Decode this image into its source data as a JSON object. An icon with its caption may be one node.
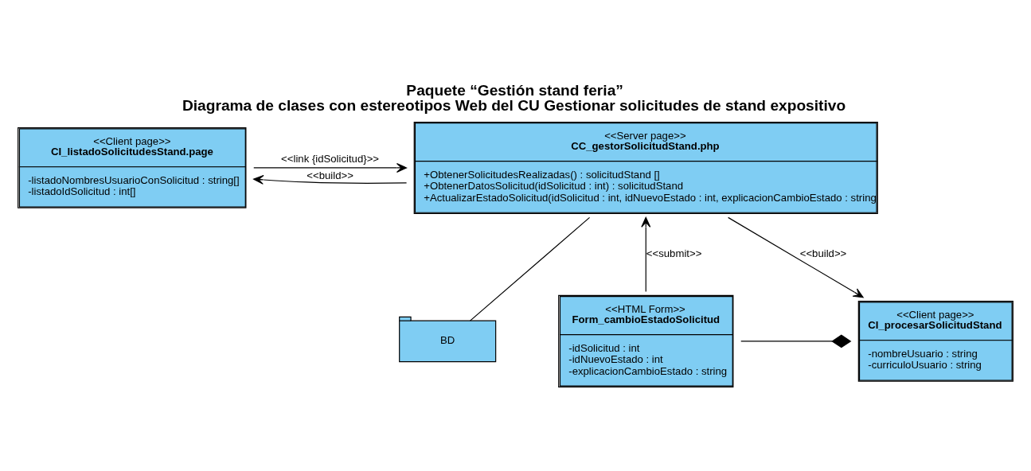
{
  "diagram": {
    "title": "Paquete “Gestión stand feria”",
    "caption": "Diagrama de clases con estereotipos Web del CU Gestionar solicitudes de stand expositivo",
    "nodes": [
      {
        "text": [
          "<<Client page>>",
          "CI_listadoSolicitudesStand.page",
          "-listadoNombresUsuarioConSolicitud : string[]",
          "-listadoIdSolicitud : int[]"
        ]
      },
      {
        "text": [
          "<<Server page>>",
          "CC_gestorSolicitudStand.php",
          "+ObtenerSolicitudesRealizadas() : solicitudStand []",
          "+ObtenerDatosSolicitud(idSolicitud : int) : solicitudStand",
          "+ActualizarEstadoSolicitud(idSolicitud : int, idNuevoEstado : int, explicacionCambioEstado : string"
        ]
      },
      {
        "text": [
          "<<Client page>>",
          "CI_procesarSolicitudStand",
          "-nombreUsuario : string",
          "-curriculoUsuario : string"
        ]
      },
      {
        "text": [
          "<<HTML Form>>",
          "Form_cambioEstadoSolicitud",
          "-idSolicitud : int",
          "-idNuevoEstado : int",
          "-explicacionCambioEstado : string"
        ]
      },
      {
        "text": [
          "BD"
        ]
      }
    ],
    "edges": [
      {
        "from": 1,
        "to": 0,
        "arrow": "to",
        "label": "<<build>>"
      },
      {
        "from": 0,
        "to": 1,
        "arrow": "to",
        "label": "<<link {idSolicitud}>>"
      },
      {
        "from": 1,
        "to": 2,
        "arrow": "to",
        "label": "<<build>>"
      },
      {
        "from": 3,
        "to": 2,
        "arrow": "other"
      },
      {
        "from": 3,
        "to": 1,
        "arrow": "to",
        "label": "<<submit>>"
      },
      {
        "from": 1,
        "to": 4,
        "arrow": "none"
      }
    ]
  }
}
